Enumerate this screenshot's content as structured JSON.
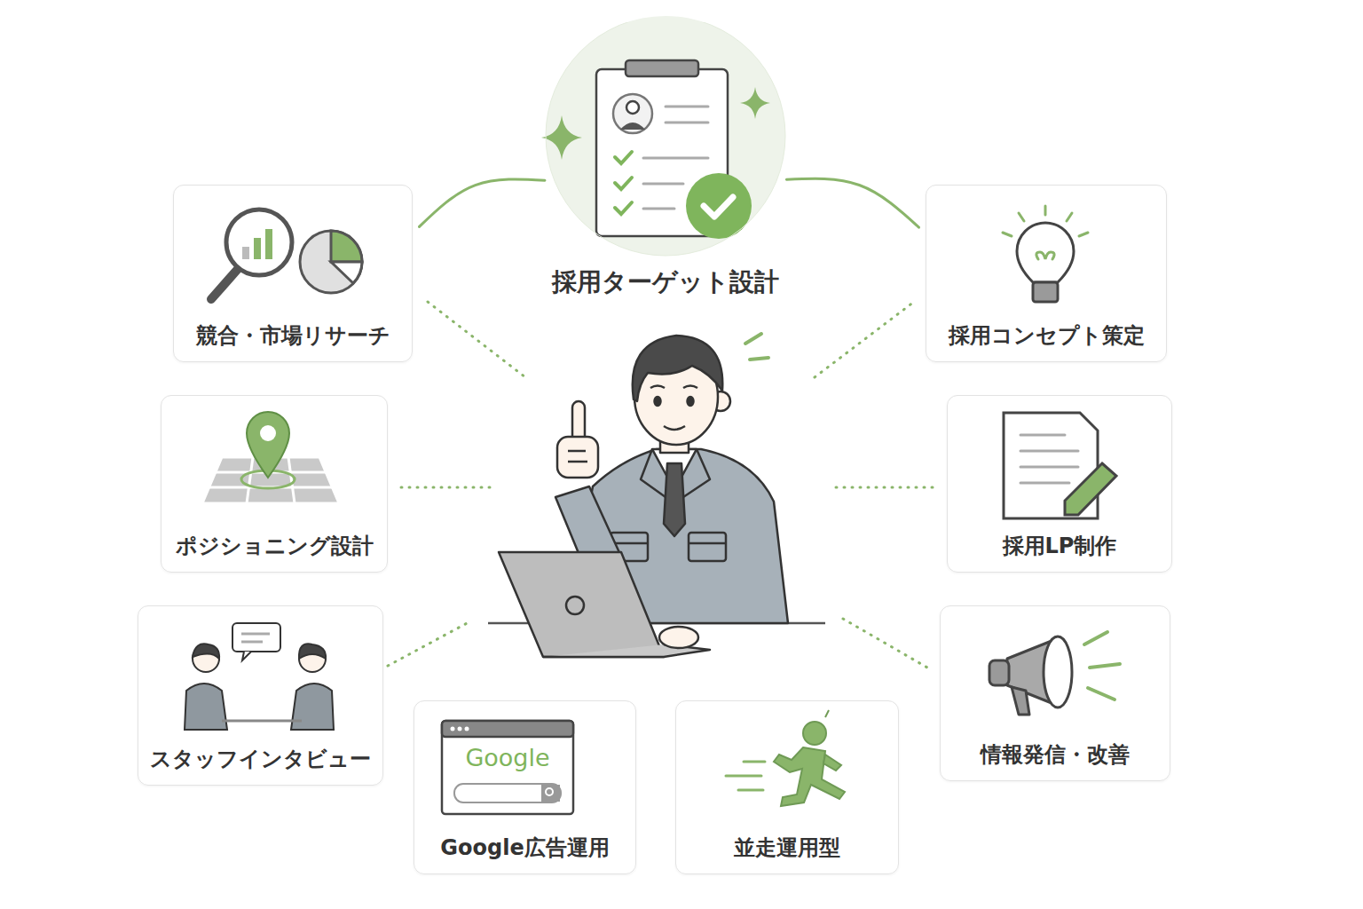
{
  "diagram": {
    "nodes": [
      {
        "text": [
          "採用ターゲット設計"
        ]
      },
      {
        "text": [
          "競合・市場リサーチ"
        ]
      },
      {
        "text": [
          "採用コンセプト策定"
        ]
      },
      {
        "text": [
          "ポジショニング設計"
        ]
      },
      {
        "text": [
          "採用LP制作"
        ]
      },
      {
        "text": [
          "スタッフインタビュー"
        ]
      },
      {
        "text": [
          "情報発信・改善"
        ]
      },
      {
        "text": [
          "Google広告運用"
        ]
      },
      {
        "text": [
          "並走運用型"
        ]
      }
    ],
    "edges": [
      {
        "from": 0,
        "to": 1,
        "arrow": "none"
      },
      {
        "from": 0,
        "to": 2,
        "arrow": "none"
      }
    ],
    "labels": [
      "Google"
    ]
  }
}
